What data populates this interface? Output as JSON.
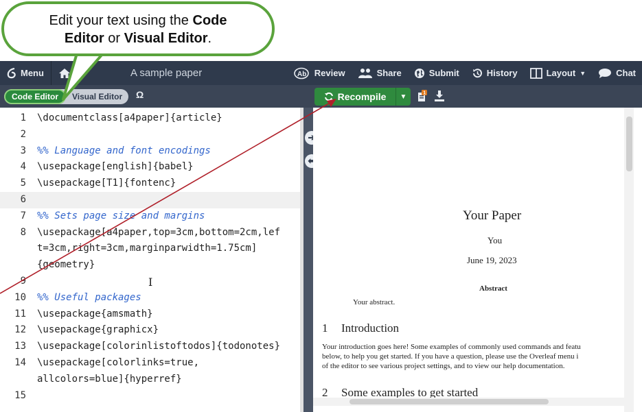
{
  "callout": {
    "line1": "Edit your text using the ",
    "code_word": "Code",
    "editor_word": "Editor",
    "or_word": " or ",
    "visual_editor": "Visual Editor",
    "period": "."
  },
  "topbar": {
    "menu_label": "Menu",
    "title": "A sample paper",
    "review_label": "Review",
    "share_label": "Share",
    "submit_label": "Submit",
    "history_label": "History",
    "layout_label": "Layout",
    "chat_label": "Chat"
  },
  "subbar": {
    "code_editor": "Code Editor",
    "visual_editor": "Visual Editor",
    "omega": "Ω",
    "recompile": "Recompile",
    "logs_badge": "1"
  },
  "editor": {
    "lines": [
      {
        "num": "1",
        "text": "\\documentclass[a4paper]{article}"
      },
      {
        "num": "2",
        "text": ""
      },
      {
        "num": "3",
        "text": "%% Language and font encodings"
      },
      {
        "num": "4",
        "text": "\\usepackage[english]{babel}"
      },
      {
        "num": "5",
        "text": "\\usepackage[T1]{fontenc}"
      },
      {
        "num": "6",
        "text": ""
      },
      {
        "num": "7",
        "text": "%% Sets page size and margins"
      },
      {
        "num": "8",
        "text": "\\usepackage[a4paper,top=3cm,bottom=2cm,lef"
      },
      {
        "num": "",
        "text": "t=3cm,right=3cm,marginparwidth=1.75cm]"
      },
      {
        "num": "",
        "text": "{geometry}"
      },
      {
        "num": "9",
        "text": ""
      },
      {
        "num": "10",
        "text": "%% Useful packages"
      },
      {
        "num": "11",
        "text": "\\usepackage{amsmath}"
      },
      {
        "num": "12",
        "text": "\\usepackage{graphicx}"
      },
      {
        "num": "13",
        "text": "\\usepackage[colorinlistoftodos]{todonotes}"
      },
      {
        "num": "14",
        "text": "\\usepackage[colorlinks=true,"
      },
      {
        "num": "",
        "text": "allcolors=blue]{hyperref}"
      },
      {
        "num": "15",
        "text": ""
      }
    ]
  },
  "pdf": {
    "title": "Your Paper",
    "author": "You",
    "date": "June 19, 2023",
    "abstract_heading": "Abstract",
    "abstract_text": "Your abstract.",
    "section1_num": "1",
    "section1_title": "Introduction",
    "intro_line1": "Your introduction goes here! Some examples of commonly used commands and featu",
    "intro_line2": "below, to help you get started. If you have a question, please use the Overleaf menu i",
    "intro_line3": "of the editor to see various project settings, and to view our help documentation.",
    "section2_num": "2",
    "section2_title": "Some examples to get started"
  },
  "colors": {
    "accent_green": "#2f8a3e",
    "toolbar": "#2f3a4c",
    "annotation_red": "#b0202a"
  }
}
